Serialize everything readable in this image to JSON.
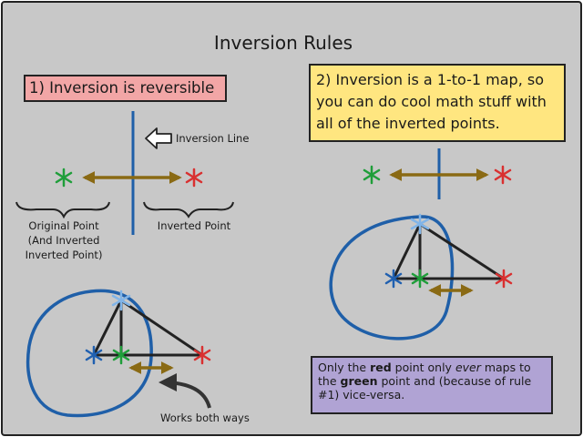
{
  "title": "Inversion Rules",
  "rule1": {
    "text": "1) Inversion is reversible"
  },
  "rule2": {
    "text": "2) Inversion is a 1-to-1 map, so you can do cool math stuff with all of the inverted points."
  },
  "labels": {
    "inversion_line": "Inversion Line",
    "original_point_1": "Original Point",
    "original_point_2": "(And Inverted",
    "original_point_3": "Inverted Point)",
    "inverted_point": "Inverted Point",
    "works_both_ways": "Works both ways"
  },
  "note": {
    "part1": "Only the ",
    "red_word": "red",
    "part2": " point only ",
    "ever_word": "ever",
    "part3": " maps to the ",
    "green_word": "green",
    "part4": " point and (because of rule #1) vice-versa."
  },
  "colors": {
    "background": "#c8c8c8",
    "line_blue": "#1f5fa8",
    "arrow_brown": "#8a6a14",
    "green_point": "#1f9e3a",
    "red_point": "#d93030",
    "blue_point": "#2060b0",
    "light_blue_point": "#80b4e8",
    "rule1_fill": "#f2a6a6",
    "rule2_fill": "#ffe680",
    "note_fill": "#b0a3d4"
  },
  "icons": [
    "hollow-arrow-icon",
    "curved-arrow-icon",
    "asterisk-point-icon"
  ]
}
